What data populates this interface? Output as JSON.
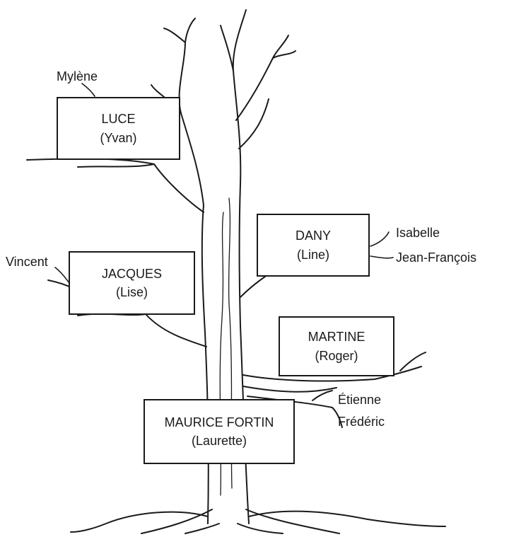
{
  "family": {
    "root": {
      "name": "MAURICE FORTIN",
      "spouse": "(Laurette)",
      "children": [
        "Étienne",
        "Frédéric"
      ]
    },
    "members": [
      {
        "id": "luce",
        "name": "LUCE",
        "spouse": "(Yvan)",
        "children": [
          "Mylène"
        ]
      },
      {
        "id": "jacques",
        "name": "JACQUES",
        "spouse": "(Lise)",
        "children": [
          "Vincent"
        ]
      },
      {
        "id": "dany",
        "name": "DANY",
        "spouse": "(Line)",
        "children": [
          "Isabelle",
          "Jean-François"
        ]
      },
      {
        "id": "martine",
        "name": "MARTINE",
        "spouse": "(Roger)",
        "children": []
      }
    ]
  }
}
